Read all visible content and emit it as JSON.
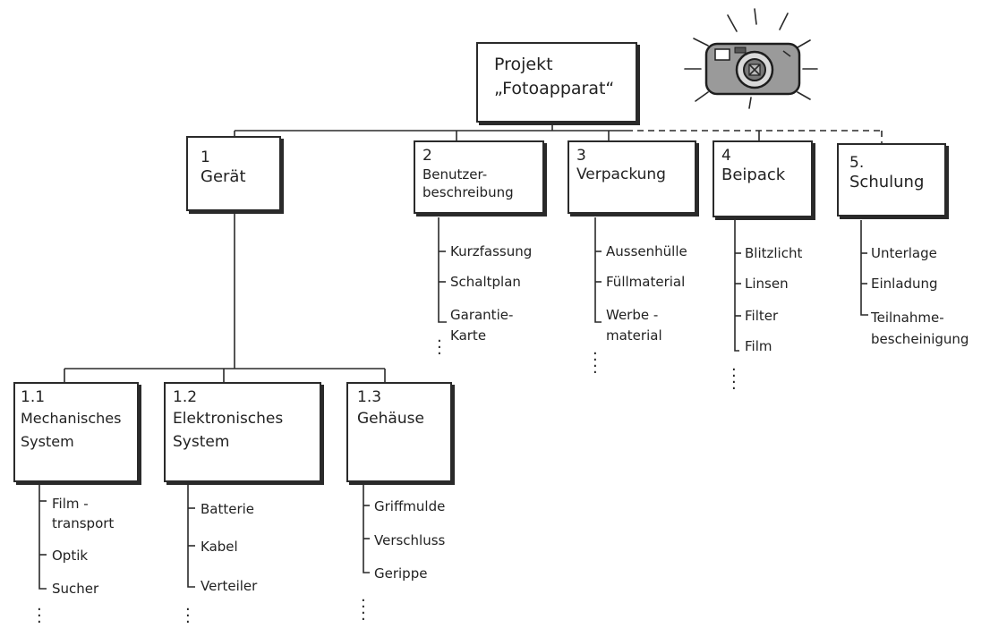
{
  "root": {
    "title": "Projekt\n„Fotoapparat“"
  },
  "main_boxes": [
    {
      "number": "1",
      "title": "Gerät"
    },
    {
      "number": "2",
      "title": "Benutzer-\nbeschreibung"
    },
    {
      "number": "3",
      "title": "Verpackung"
    },
    {
      "number": "4",
      "title": "Beipack"
    },
    {
      "number": "5.",
      "title": "Schulung"
    }
  ],
  "main_items": [
    [],
    [
      "Kurzfassung",
      "Schaltplan",
      "Garantie-\nKarte"
    ],
    [
      "Aussenhülle",
      "Füllmaterial",
      "Werbe -\nmaterial"
    ],
    [
      "Blitzlicht",
      "Linsen",
      "Filter",
      "Film"
    ],
    [
      "Unterlage",
      "Einladung",
      "Teilnahme-\nbescheinigung"
    ]
  ],
  "sub_boxes": [
    {
      "number": "1.1",
      "title": "Mechanisches\nSystem"
    },
    {
      "number": "1.2",
      "title": "Elektronisches\nSystem"
    },
    {
      "number": "1.3",
      "title": "Gehäuse"
    }
  ],
  "sub_items": [
    [
      "Film -\ntransport",
      "Optik",
      "Sucher"
    ],
    [
      "Batterie",
      "Kabel",
      "Verteiler"
    ],
    [
      "Griffmulde",
      "Verschluss",
      "Gerippe"
    ]
  ],
  "icons": {
    "camera": "camera-icon"
  }
}
